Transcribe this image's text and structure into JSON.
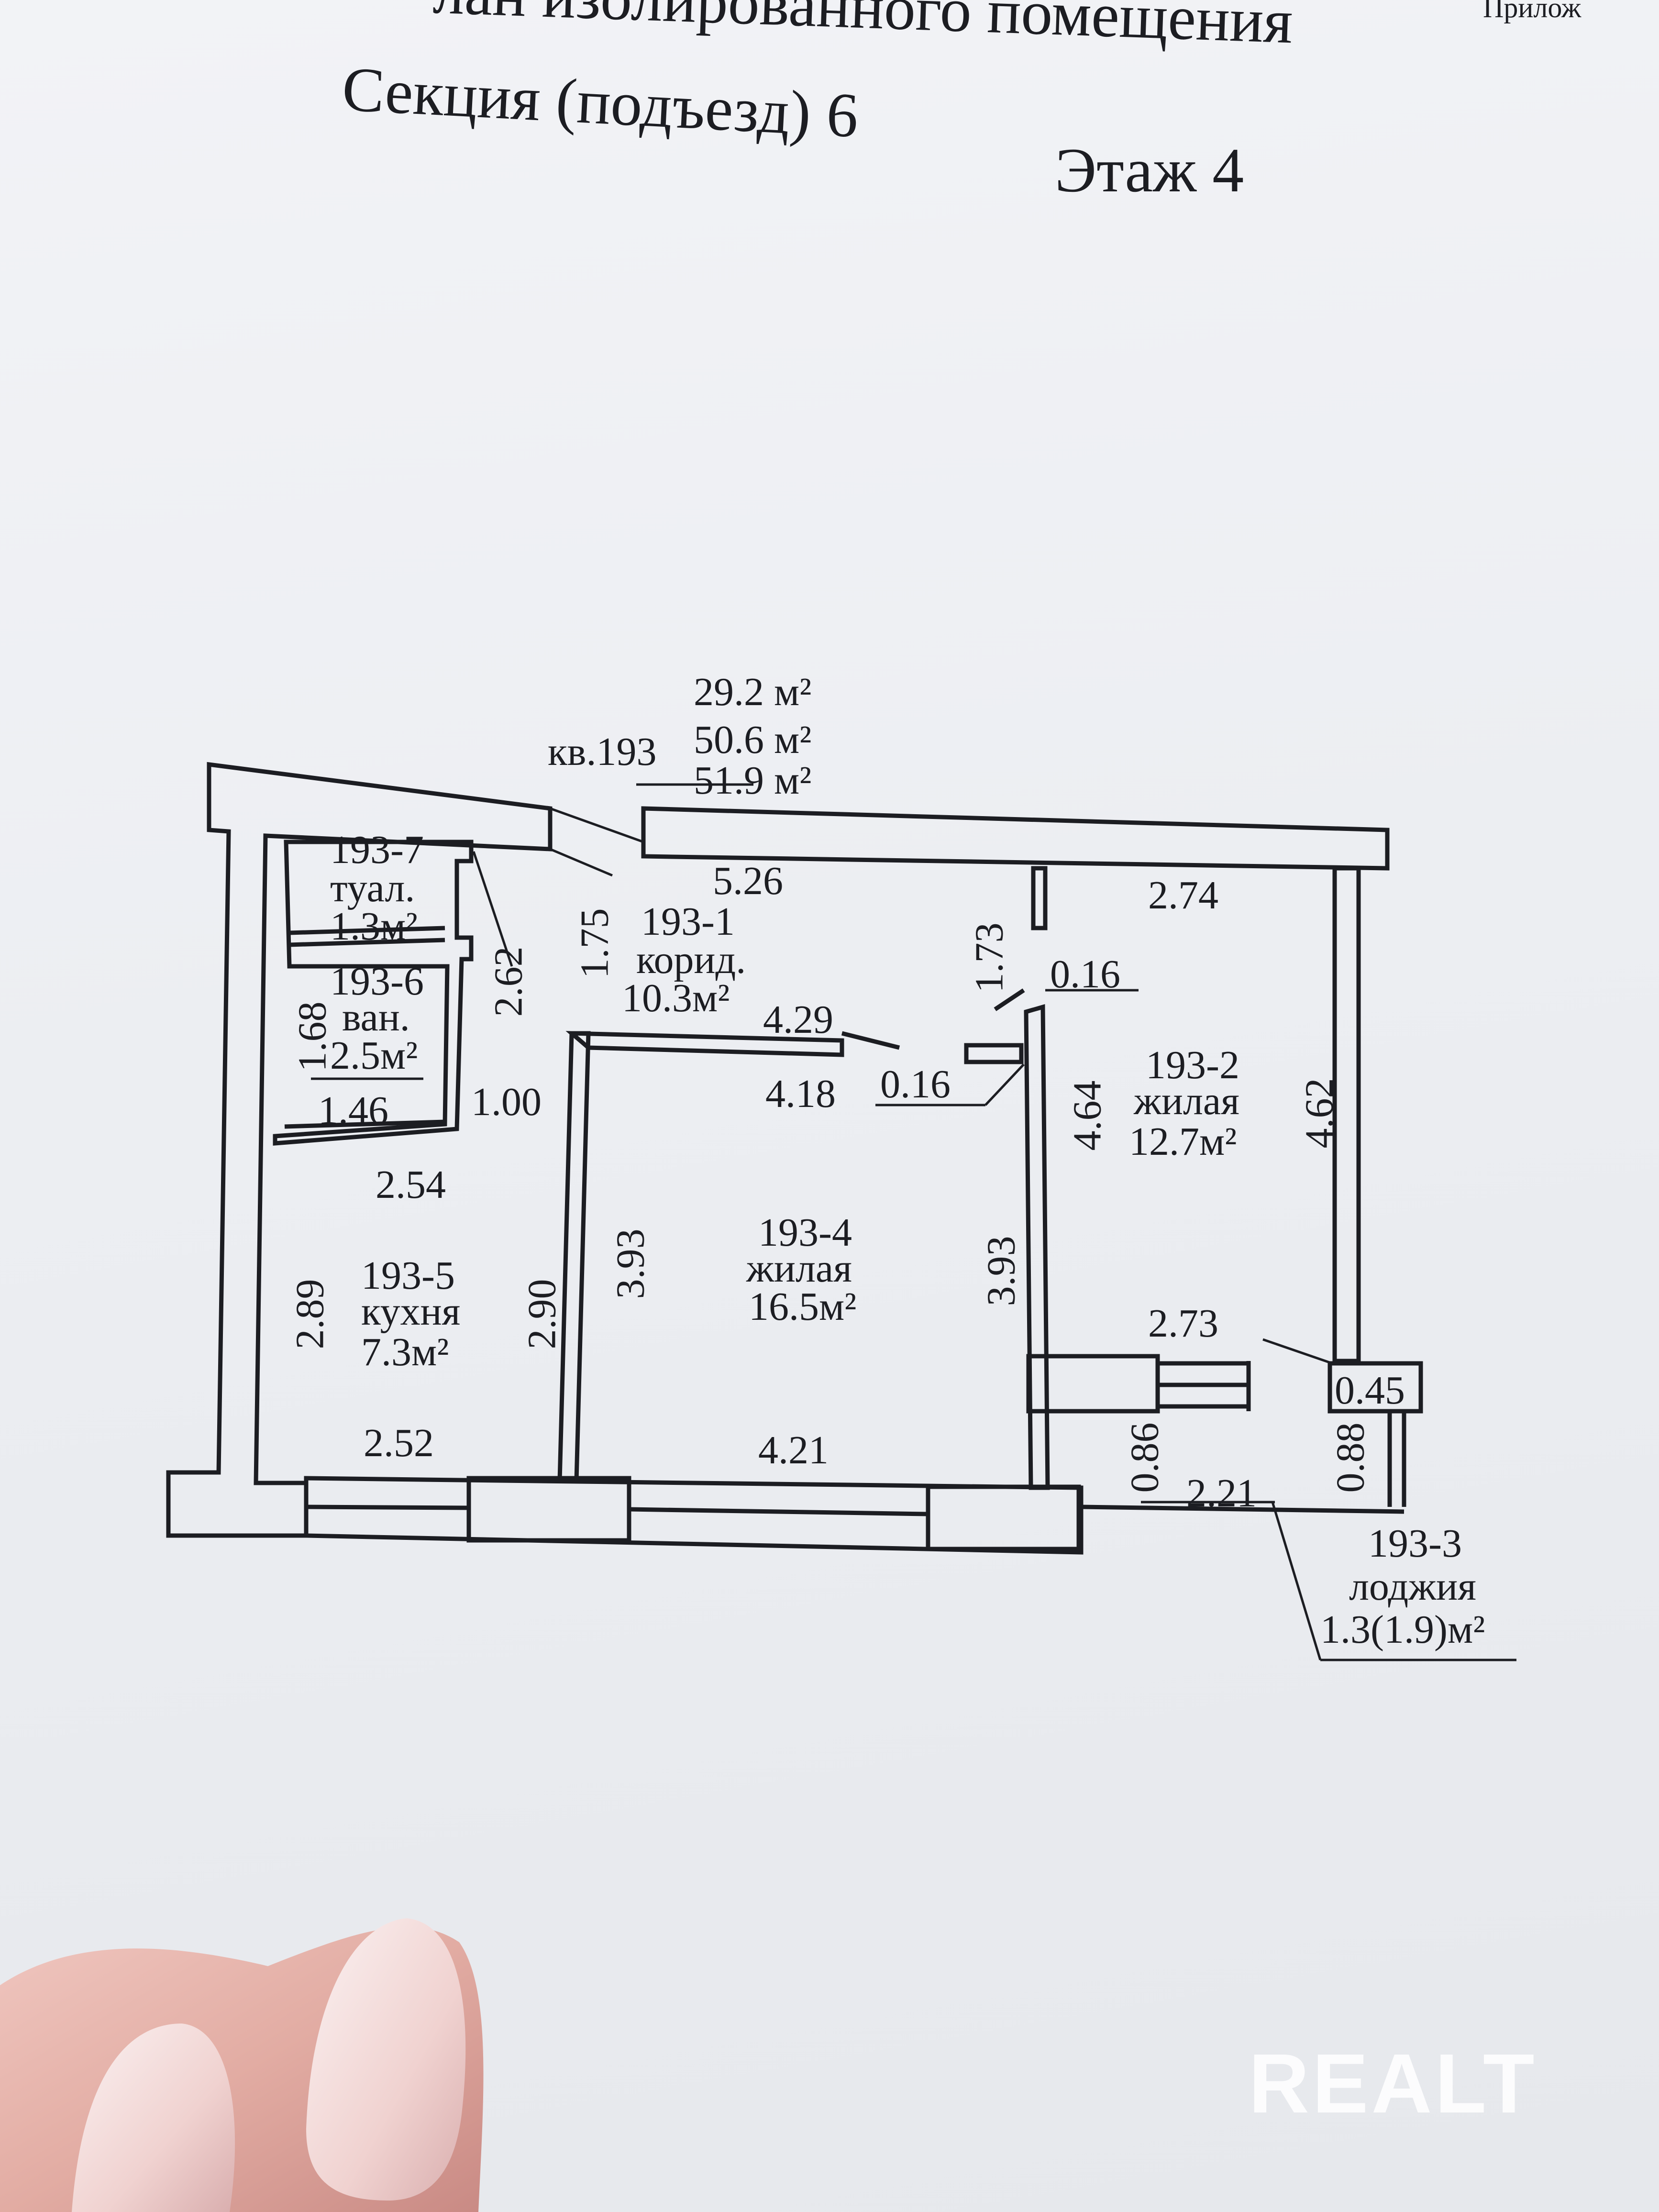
{
  "header": {
    "title_line1": "лан изолированного помещения",
    "section": "Секция (подъезд) 6",
    "floor": "Этаж 4",
    "corner_text": "Прилож"
  },
  "apartment": {
    "number_label": "кв.193",
    "area_living": "29.2 м²",
    "area_total": "50.6 м²",
    "area_total_with_loggia": "51.9 м²"
  },
  "rooms": {
    "toilet": {
      "id": "193-7",
      "name": "туал.",
      "area": "1.3м²"
    },
    "bath": {
      "id": "193-6",
      "name": "ван.",
      "area": "2.5м²"
    },
    "corridor": {
      "id": "193-1",
      "name": "корид.",
      "area": "10.3м²"
    },
    "living2": {
      "id": "193-2",
      "name": "жилая",
      "area": "12.7м²"
    },
    "living4": {
      "id": "193-4",
      "name": "жилая",
      "area": "16.5м²"
    },
    "kitchen": {
      "id": "193-5",
      "name": "кухня",
      "area": "7.3м²"
    },
    "loggia": {
      "id": "193-3",
      "name": "лоджия",
      "area": "1.3(1.9)м²"
    }
  },
  "dimensions": {
    "d_5_26": "5.26",
    "d_2_74": "2.74",
    "d_1_75": "1.75",
    "d_2_62": "2.62",
    "d_1_73": "1.73",
    "d_0_16_top": "0.16",
    "d_4_29": "4.29",
    "d_4_18": "4.18",
    "d_0_16_mid": "0.16",
    "d_1_68": "1.68",
    "d_1_46": "1.46",
    "d_1_00": "1.00",
    "d_2_54": "2.54",
    "d_4_64": "4.64",
    "d_4_62": "4.62",
    "d_3_93_left": "3.93",
    "d_3_93_right": "3.93",
    "d_2_89": "2.89",
    "d_2_90": "2.90",
    "d_2_73": "2.73",
    "d_0_45": "0.45",
    "d_2_52": "2.52",
    "d_4_21": "4.21",
    "d_0_86": "0.86",
    "d_0_88": "0.88",
    "d_2_21": "2.21"
  },
  "watermark": "REALT",
  "colors": {
    "paper": "#eceef2",
    "ink": "#1c1d22",
    "skin": "#e3b3ab"
  }
}
